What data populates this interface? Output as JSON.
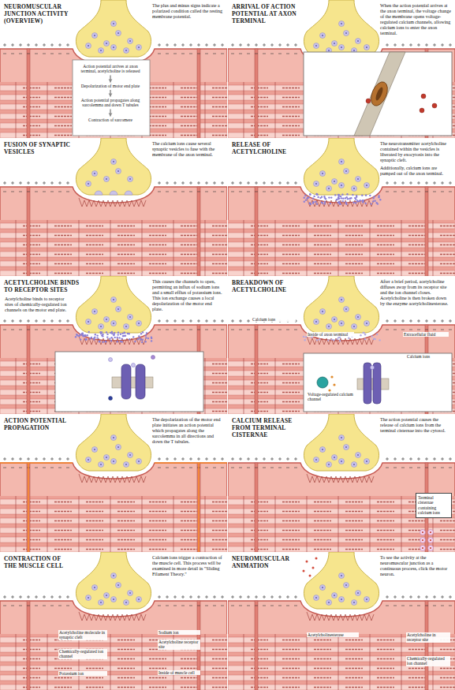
{
  "diagram": {
    "nodes": [
      {
        "text": [
          "NEUROMUSCULAR JUNCTION ACTIVITY (OVERVIEW)",
          "The plus and minus signs indicate a polarized condition called the resting membrane potential."
        ]
      },
      {
        "text": [
          "Action potential arrives at axon terminal, acetylcholine is released"
        ],
        "in": 0
      },
      {
        "text": [
          "Depolarization of motor end plate"
        ],
        "in": 0
      },
      {
        "text": [
          "Action potential propagates along sarcolemma and down T tubules"
        ],
        "in": 0
      },
      {
        "text": [
          "Contraction of sarcomere"
        ],
        "in": 0
      },
      {
        "text": [
          "ARRIVAL OF ACTION POTENTIAL AT AXON TERMINAL",
          "When the action potential arrives at the axon terminal, the voltage change of the membrane opens voltage-regulated calcium channels, allowing calcium ions to enter the axon terminal."
        ]
      },
      {
        "text": [
          "FUSION OF SYNAPTIC VESICLES",
          "The calcium ions cause several synaptic vesicles to fuse with the membrane of the axon terminal."
        ]
      },
      {
        "text": [
          "RELEASE OF ACETYLCHOLINE",
          "The neurotransmitter acetylcholine contained within the vesicles is liberated by exocytosis into the synaptic cleft.",
          "Additionally, calcium ions are pumped out of the axon terminal."
        ]
      },
      {
        "text": [
          "ACETYLCHOLINE BINDS TO RECEPTOR SITES",
          "Acetylcholine binds to receptor sites of chemically-regulated ion channels on the motor end plate.",
          "This causes the channels to open, permitting an influx of sodium ions and a small efflux of potassium ions. This ion exchange causes a local depolarization of the motor end plate."
        ]
      },
      {
        "text": [
          "BREAKDOWN OF ACETYLCHOLINE",
          "After a brief period, acetylcholine diffuses away from its receptor site and the ion channel closes. Acetylcholine is then broken down by the enzyme acetylcholinesterase."
        ]
      },
      {
        "text": [
          "ACTION POTENTIAL PROPAGATION",
          "The depolarization of the motor end plate initiates an action potential which propagates along the sarcolemma in all directions and down the T tubules."
        ]
      },
      {
        "text": [
          "CALCIUM RELEASE FROM TERMINAL CISTERNAE",
          "The action potential causes the release of calcium ions from the terminal cisternae into the cytosol."
        ]
      },
      {
        "text": [
          "Terminal cisternae containing calcium ions"
        ],
        "in": 11
      },
      {
        "text": [
          "CONTRACTION OF THE MUSCLE CELL",
          "Calcium ions trigger a contraction of the muscle cell. This process will be examined in more detail in \"Sliding Filament Theory.\""
        ]
      },
      {
        "text": [
          "NEUROMUSCULAR ANIMATION",
          "To see the activity at the neuromuscular junction as a continuous process, click the motor neuron."
        ]
      }
    ],
    "edges": [
      {
        "from": 1,
        "to": 2,
        "arrow": "to"
      },
      {
        "from": 2,
        "to": 3,
        "arrow": "to"
      },
      {
        "from": 3,
        "to": 4,
        "arrow": "to"
      }
    ],
    "labels": [
      "Calcium ions",
      "Inside of axon terminal",
      "Extracellular fluid",
      "Calcium ions",
      "Voltage-regulated calcium channel",
      "Acetylcholine molecule in synaptic cleft",
      "Sodium ion",
      "Acetylcholine receptor site",
      "Chemically-regulated ion channel",
      "Inside of muscle cell",
      "Potassium ion",
      "Acetylcholinesterase",
      "Acetylcholine in receptor site",
      "Chemically-regulated ion channel"
    ]
  }
}
